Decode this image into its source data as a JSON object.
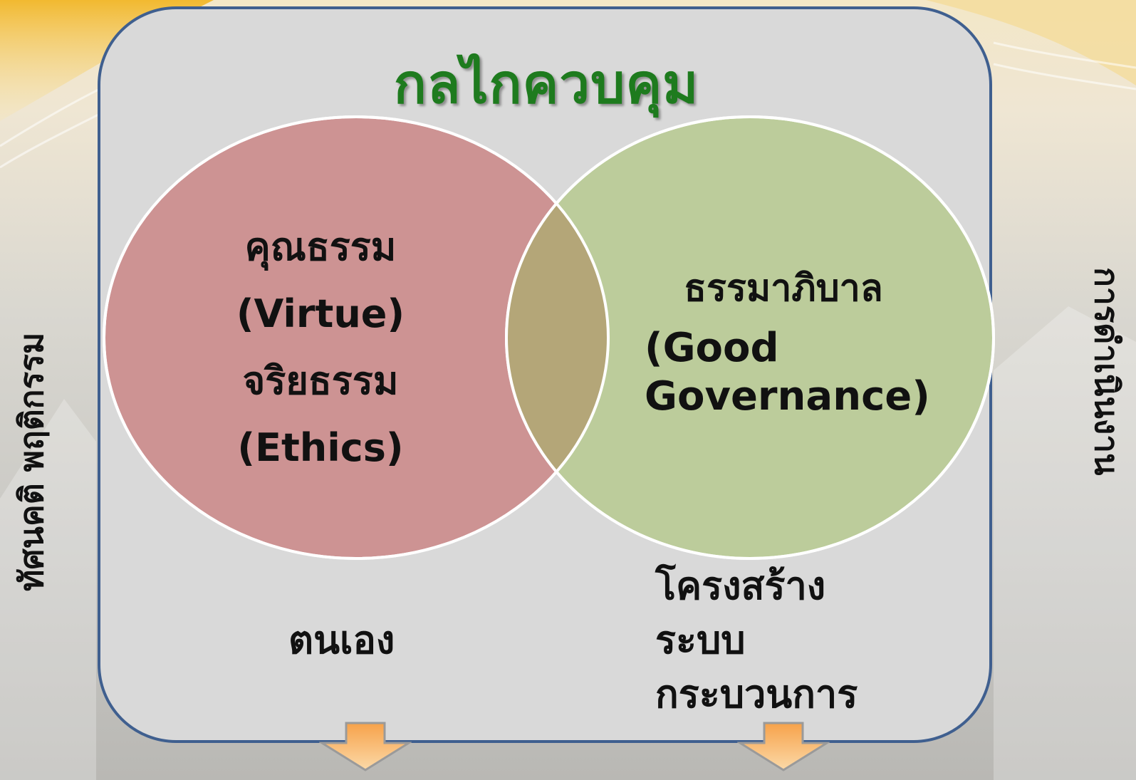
{
  "title": "กลไกควบคุม",
  "left_circle": {
    "line1": "คุณธรรม",
    "line2": "(Virtue)",
    "line3": "จริยธรรม",
    "line4": "(Ethics)",
    "fill": "#cd9393"
  },
  "right_circle": {
    "title": "ธรรมาภิบาล",
    "en_line1": "(Good",
    "en_line2": "Governance)",
    "fill": "#bccc9b"
  },
  "overlap_fill": "#b4a678",
  "below_left": "ตนเอง",
  "below_right": [
    "โครงสร้าง",
    "ระบบ",
    "กระบวนการ"
  ],
  "side_left": "ทัศนคติ พฤติกรรม",
  "side_right": "การดำเนินงาน",
  "colors": {
    "title": "#1e7b1e",
    "panel_border": "#3f5f8f",
    "panel_fill": "#d9d9d9",
    "arrow": "#f7a24a"
  }
}
